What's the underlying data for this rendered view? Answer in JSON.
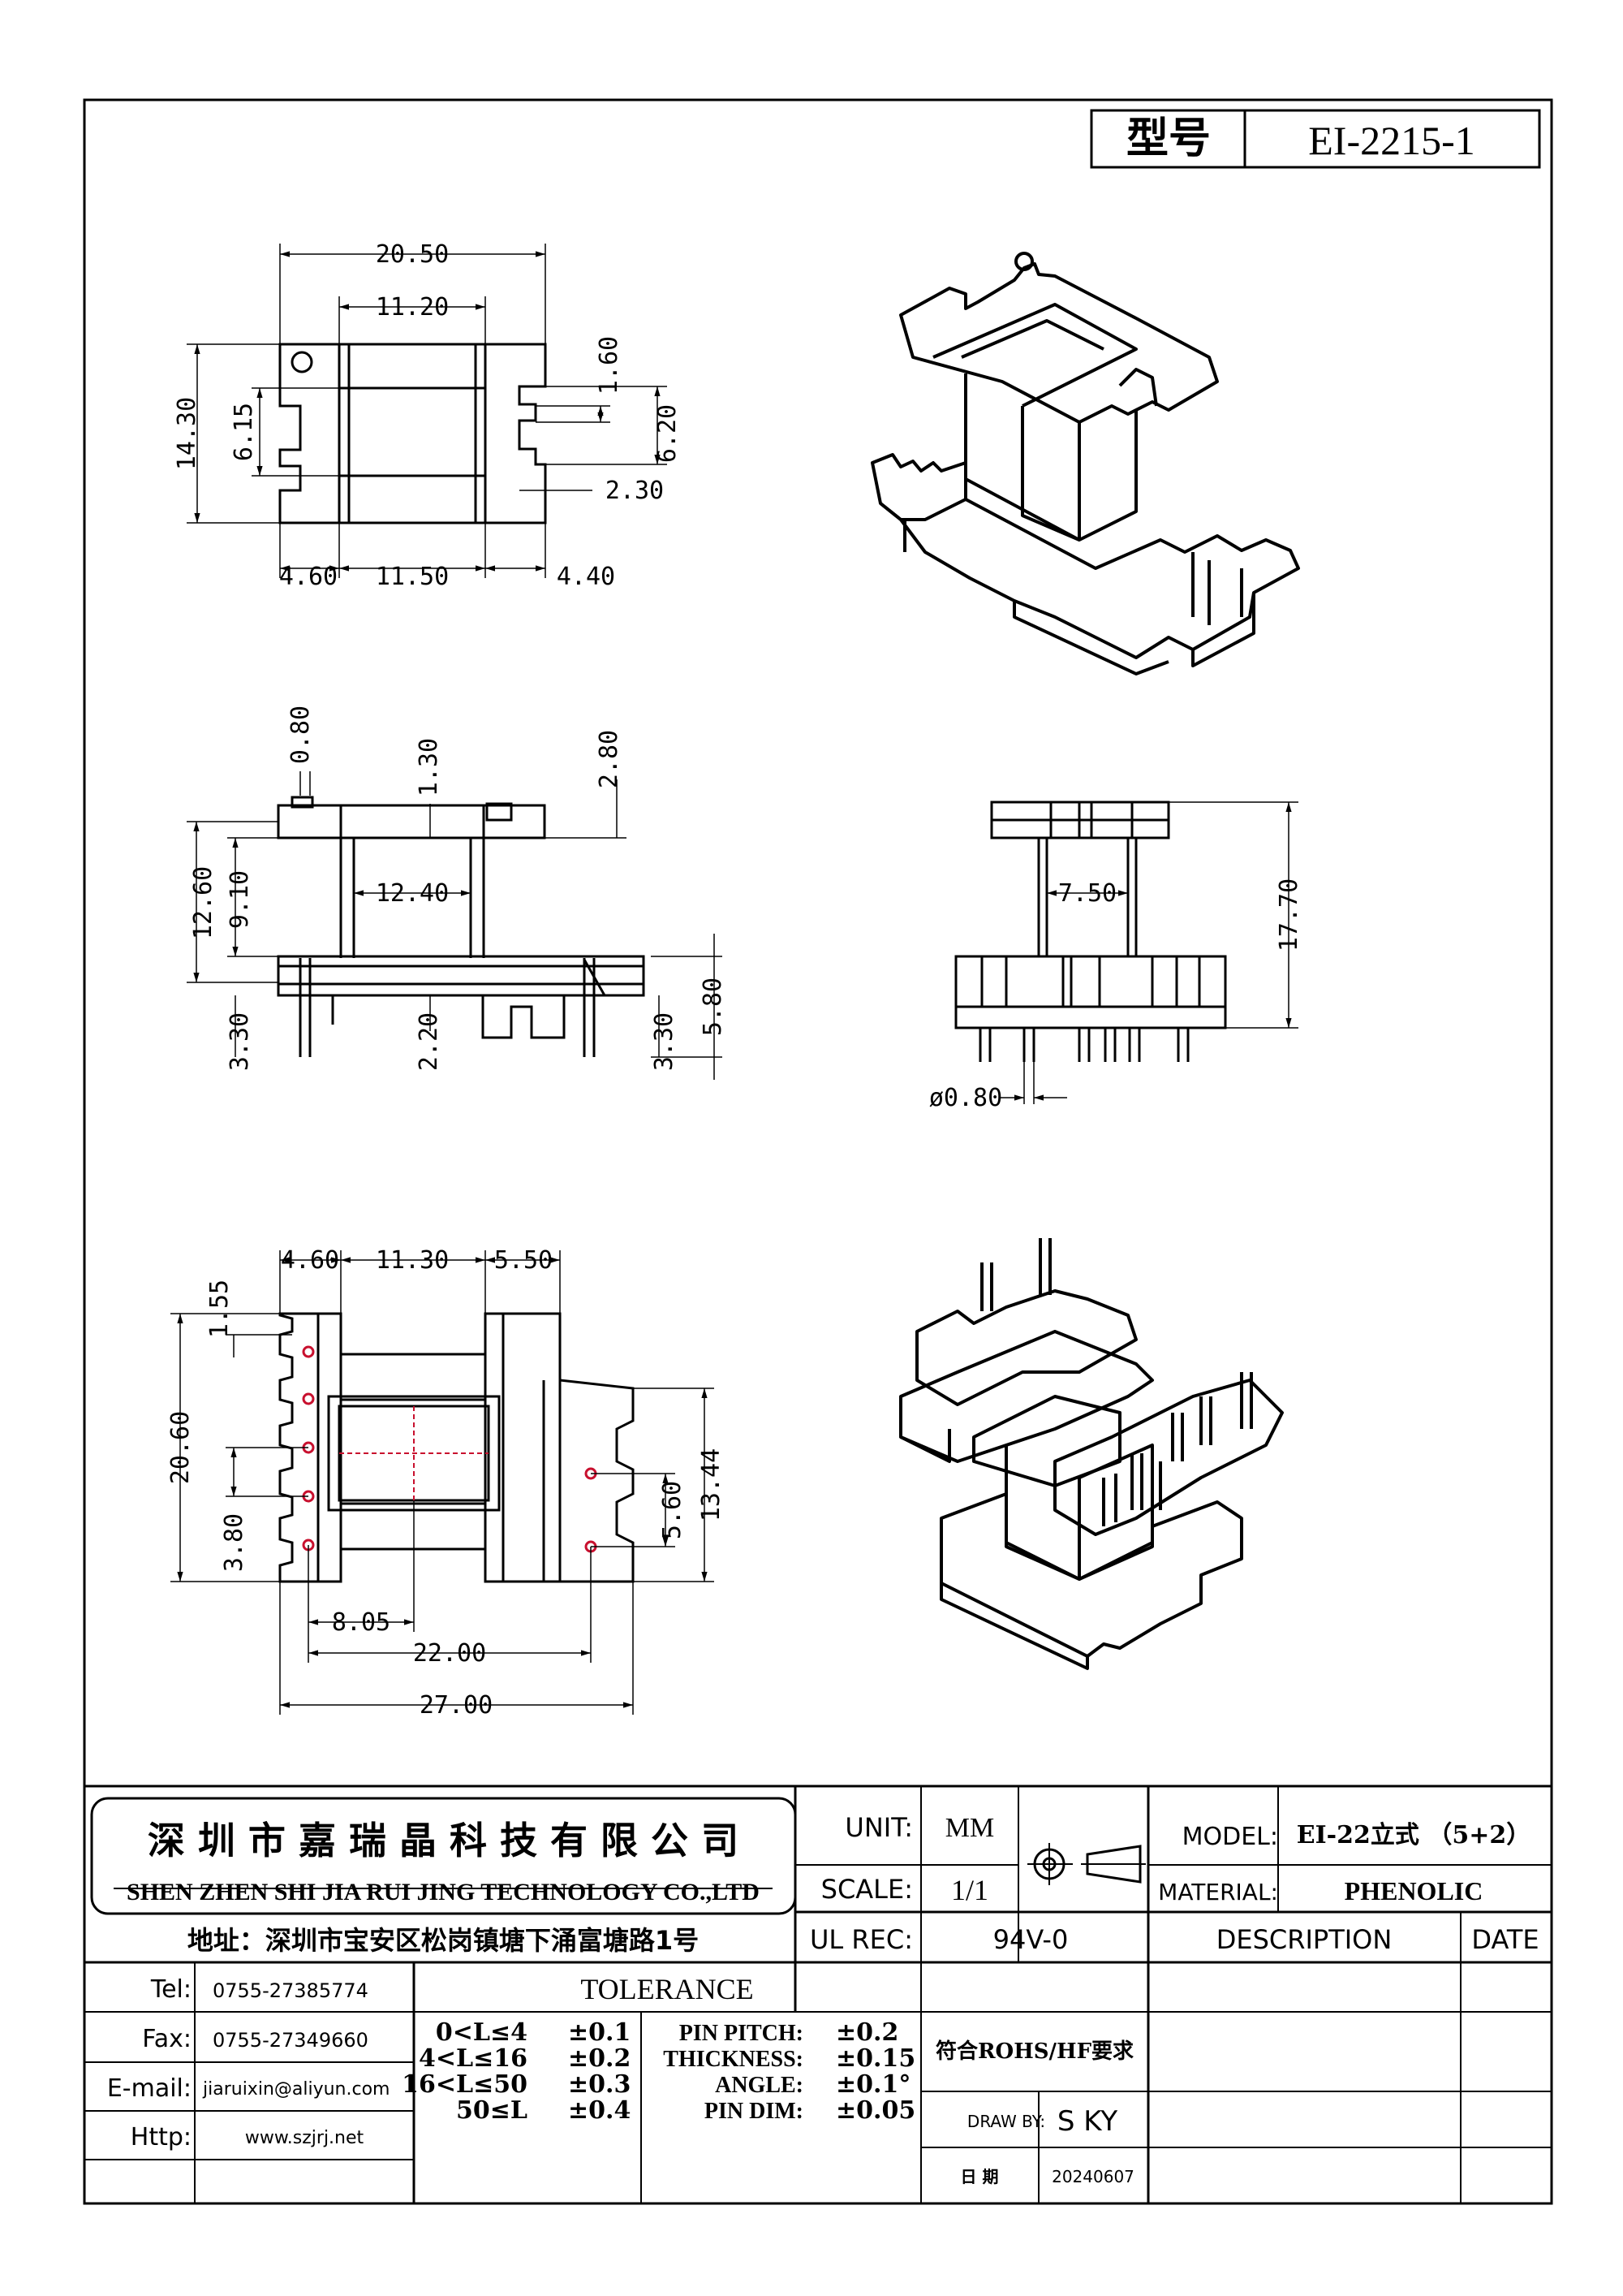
{
  "title_box": {
    "label": "型号",
    "model": "EI-2215-1"
  },
  "dims": {
    "top_view": {
      "width_overall": "20.50",
      "width_inner": "11.20",
      "height_overall": "14.30",
      "height_inner": "6.15",
      "slot_w": "1.60",
      "slot_span": "6.20",
      "step": "2.30",
      "left_flange": "4.60",
      "center": "11.50",
      "right_flange": "4.40"
    },
    "front_view": {
      "pin_w": "0.80",
      "post": "1.30",
      "lug_h": "2.80",
      "height_total": "12.60",
      "height_inner": "9.10",
      "inner_w": "12.40",
      "base_h_left": "3.30",
      "center_h": "2.20",
      "base_h_right": "3.30",
      "right_h": "5.80"
    },
    "side_view": {
      "pin_span": "7.50",
      "height_total": "17.70",
      "pin_dia": "ø0.80"
    },
    "bottom_view": {
      "left": "4.60",
      "center": "11.30",
      "right": "5.50",
      "tooth": "1.55",
      "height_total": "20.60",
      "pitch": "3.80",
      "offset": "8.05",
      "pin_span_x": "22.00",
      "width_total": "27.00",
      "right_pitch": "5.60",
      "right_h": "13.44"
    }
  },
  "company": {
    "name_cn": "深 圳 市 嘉 瑞 晶 科 技 有 限 公 司",
    "name_en": "SHEN ZHEN SHI  JIA RUI JING  TECHNOLOGY CO.,LTD",
    "address": "地址：深圳市宝安区松岗镇塘下涌富塘路1号"
  },
  "info": {
    "unit_label": "UNIT:",
    "unit_value": "MM",
    "scale_label": "SCALE:",
    "scale_value": "1/1",
    "ul_label": "UL REC:",
    "ul_value": "94V-0",
    "model_label": "MODEL:",
    "model_value": "EI-22立式 （5+2）",
    "material_label": "MATERIAL:",
    "material_value": "PHENOLIC",
    "description_label": "DESCRIPTION",
    "date_label": "DATE"
  },
  "contacts": [
    {
      "label": "Tel:",
      "value": "0755-27385774"
    },
    {
      "label": "Fax:",
      "value": "0755-27349660"
    },
    {
      "label": "E-mail:",
      "value": "jiaruixin@aliyun.com"
    },
    {
      "label": "Http:",
      "value": "www.szjrj.net"
    }
  ],
  "tolerance": {
    "title": "TOLERANCE",
    "ranges": [
      {
        "range": "0<L≤4",
        "tol": "±0.1"
      },
      {
        "range": "4<L≤16",
        "tol": "±0.2"
      },
      {
        "range": "16<L≤50",
        "tol": "±0.3"
      },
      {
        "range": "50≤L",
        "tol": "±0.4"
      }
    ],
    "specs": [
      {
        "name": "PIN PITCH:",
        "tol": "±0.2"
      },
      {
        "name": "THICKNESS:",
        "tol": "±0.15"
      },
      {
        "name": "ANGLE:",
        "tol": "±0.1°"
      },
      {
        "name": "PIN DIM:",
        "tol": "±0.05"
      }
    ]
  },
  "approval": {
    "rohs": "符合ROHS/HF要求",
    "draw_label": "DRAW BY:",
    "draw_value": "S KY",
    "date_label": "日 期",
    "date_value": "20240607"
  }
}
